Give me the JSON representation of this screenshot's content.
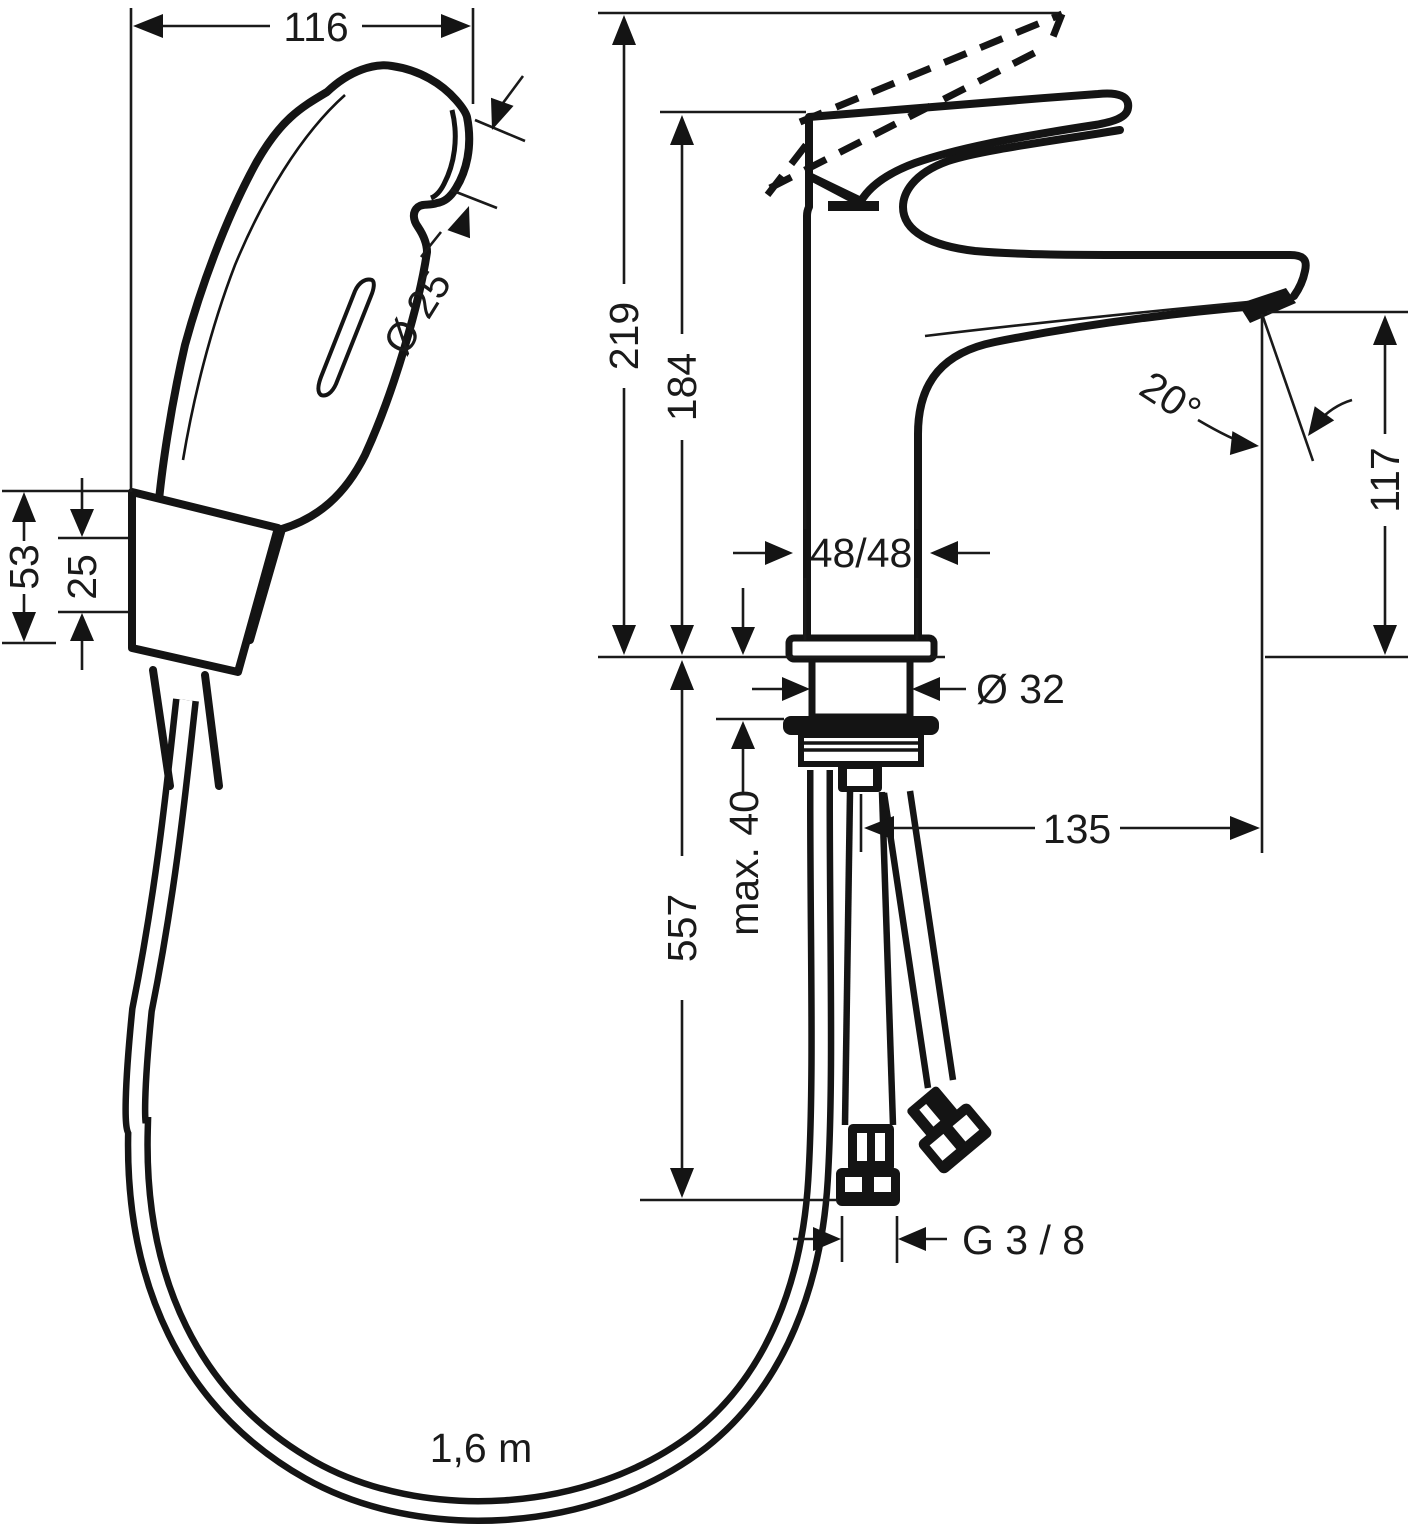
{
  "drawing": {
    "type": "technical-dimension-drawing",
    "product": "single-lever basin mixer with hand spray, holder and hose",
    "units": "mm",
    "line_color": "#141414",
    "background": "#ffffff",
    "labels": {
      "spray_width": "116",
      "spray_face_diameter": "Ø 25",
      "holder_height": "53",
      "holder_inner": "25",
      "total_height": "219",
      "body_height": "184",
      "base_footprint": "48/48",
      "shank_diameter": "Ø 32",
      "max_deck_thickness": "max. 40",
      "hose_drop": "557",
      "spout_reach": "135",
      "spout_height": "117",
      "spout_angle": "20°",
      "supply_thread": "G 3 / 8",
      "hose_length": "1,6 m"
    }
  }
}
